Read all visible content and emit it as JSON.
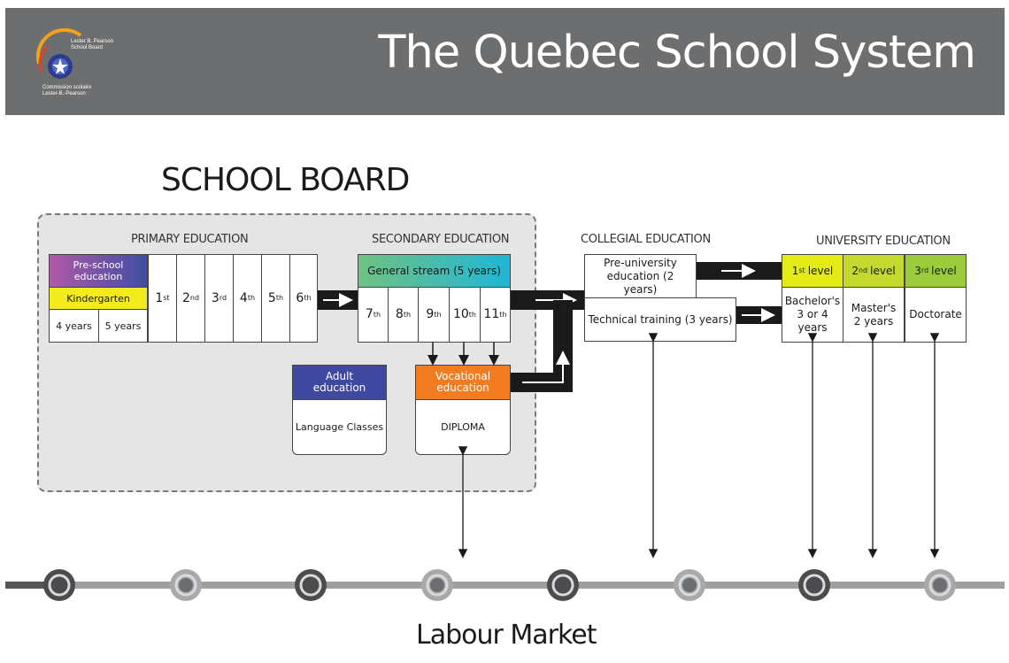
{
  "header": {
    "title": "The Quebec School System",
    "logo_en": [
      "Lester B. Pearson",
      "School Board"
    ],
    "logo_fr": [
      "Commission scolaire",
      "Lester-B.-Pearson"
    ]
  },
  "school_board": {
    "title": "SCHOOL BOARD"
  },
  "primary": {
    "title": "PRIMARY EDUCATION",
    "preschool": "Pre-school education",
    "kindergarten": "Kindergarten",
    "ages": [
      "4 years",
      "5 years"
    ],
    "grades": [
      {
        "n": "1",
        "s": "st"
      },
      {
        "n": "2",
        "s": "nd"
      },
      {
        "n": "3",
        "s": "rd"
      },
      {
        "n": "4",
        "s": "th"
      },
      {
        "n": "5",
        "s": "th"
      },
      {
        "n": "6",
        "s": "th"
      }
    ]
  },
  "secondary": {
    "title": "SECONDARY EDUCATION",
    "general": "General stream (5 years)",
    "grades": [
      {
        "n": "7",
        "s": "th"
      },
      {
        "n": "8",
        "s": "th"
      },
      {
        "n": "9",
        "s": "th"
      },
      {
        "n": "10",
        "s": "th"
      },
      {
        "n": "11",
        "s": "th"
      }
    ]
  },
  "adult": {
    "title": "Adult education",
    "body": "Language Classes"
  },
  "vocational": {
    "title": "Vocational education",
    "body": "DIPLOMA"
  },
  "collegial": {
    "title": "COLLEGIAL EDUCATION",
    "pre_university": "Pre-university education (2 years)",
    "technical": "Technical training (3 years)"
  },
  "university": {
    "title": "UNIVERSITY EDUCATION",
    "levels": [
      {
        "n": "1",
        "s": "st",
        "label": "level",
        "body": "Bachelor's 3 or 4 years"
      },
      {
        "n": "2",
        "s": "nd",
        "label": "level",
        "body": "Master's 2 years"
      },
      {
        "n": "3",
        "s": "rd",
        "label": "level",
        "body": "Doctorate"
      }
    ]
  },
  "labour": {
    "title": "Labour Market"
  },
  "colors": {
    "header_bg": "#6d6e70",
    "preschool_grad": [
      "#b05aa8",
      "#3e4ea3"
    ],
    "kindergarten": "#f4eb1c",
    "general_grad": [
      "#6fc283",
      "#1fb6d6"
    ],
    "adult": "#3f49a0",
    "vocational": "#f47c20",
    "uni_1": "#e4ea15",
    "uni_2": "#c4d92e",
    "uni_3": "#9ccb3b"
  }
}
